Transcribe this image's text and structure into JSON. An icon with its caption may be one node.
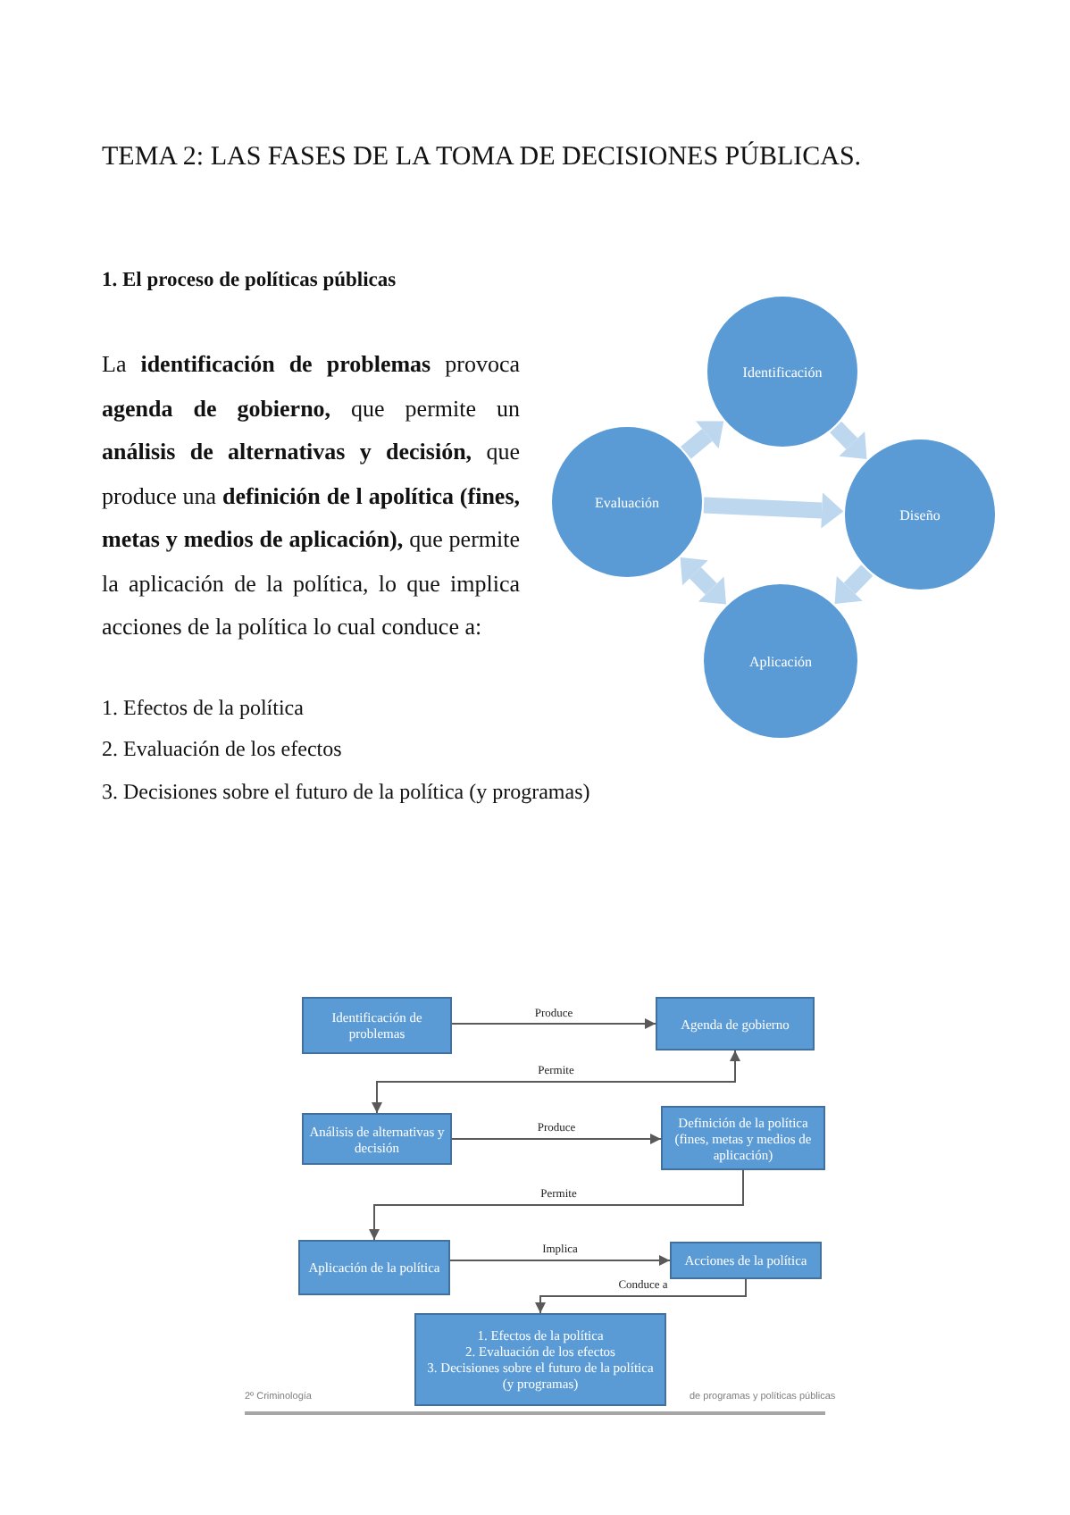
{
  "diagram": {
    "title": "TEMA 2: LAS FASES DE LA TOMA DE DECISIONES PÚBLICAS.",
    "nodes": [
      {
        "text": [
          "Identificación"
        ]
      },
      {
        "text": [
          "Diseño"
        ]
      },
      {
        "text": [
          "Aplicación"
        ]
      },
      {
        "text": [
          "Evaluación"
        ]
      },
      {
        "text": [
          "Identificación de problemas"
        ]
      },
      {
        "text": [
          "Agenda de gobierno"
        ]
      },
      {
        "text": [
          "Análisis de alternativas y decisión"
        ]
      },
      {
        "text": [
          "Definición de la política (fines, metas y medios de aplicación)"
        ]
      },
      {
        "text": [
          "Aplicación de la política"
        ]
      },
      {
        "text": [
          "Acciones de la política"
        ]
      },
      {
        "text": [
          "1. Efectos de la política",
          "2. Evaluación de los efectos",
          "3. Decisiones sobre el futuro de la política (y programas)"
        ]
      }
    ],
    "edges": [
      {
        "from": 0,
        "to": 1,
        "arrow": "to",
        "style": "thick",
        "color": "#bdd7ee"
      },
      {
        "from": 1,
        "to": 2,
        "arrow": "to",
        "style": "thick",
        "color": "#bdd7ee"
      },
      {
        "from": 2,
        "to": 3,
        "arrow": "both",
        "style": "thick",
        "color": "#bdd7ee"
      },
      {
        "from": 3,
        "to": 0,
        "arrow": "to",
        "style": "thick",
        "color": "#bdd7ee"
      },
      {
        "from": 3,
        "to": 1,
        "arrow": "to",
        "style": "thick",
        "color": "#bdd7ee"
      },
      {
        "from": 4,
        "to": 5,
        "arrow": "to",
        "label": "Produce"
      },
      {
        "from": 5,
        "to": 6,
        "arrow": "both",
        "label": "Permite"
      },
      {
        "from": 6,
        "to": 7,
        "arrow": "to",
        "label": "Produce"
      },
      {
        "from": 7,
        "to": 8,
        "arrow": "to",
        "label": "Permite"
      },
      {
        "from": 8,
        "to": 9,
        "arrow": "to",
        "label": "Implica"
      },
      {
        "from": 9,
        "to": 10,
        "arrow": "to",
        "label": "Conduce a"
      }
    ],
    "labels": [
      "1. El proceso de políticas públicas",
      "La **identificación de problemas** provoca **agenda de gobierno,** que permite un **análisis de alternativas y decisión,** que produce una **definición de l apolítica (fines, metas y medios de aplicación),** que permite la aplicación de la política, lo que implica acciones de la política lo cual conduce a:",
      "1. Efectos de la política",
      "2. Evaluación de los efectos",
      "3. Decisiones sobre el futuro de la política (y programas)",
      "2º Criminología",
      "de programas y políticas públicas"
    ]
  }
}
